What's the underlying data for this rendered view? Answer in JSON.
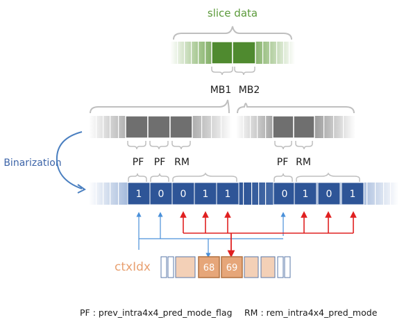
{
  "title": "slice data",
  "mb_labels": [
    "MB1",
    "MB2"
  ],
  "binarization_label": "Binarization",
  "field_labels": {
    "pf": "PF",
    "rm": "RM"
  },
  "bins_mb1": [
    "1",
    "0",
    "0",
    "1",
    "1"
  ],
  "bins_mb2": [
    "0",
    "1",
    "0",
    "1"
  ],
  "ctx_label": "ctxIdx",
  "ctx_values": [
    "68",
    "69"
  ],
  "legend": {
    "pf": "PF : prev_intra4x4_pred_mode_flag",
    "rm": "RM : rem_intra4x4_pred_mode"
  },
  "colors": {
    "title_green": "#5b9a3a",
    "slice_green": "#4f8a2f",
    "mb_gray": "#6f6f6f",
    "bin_blue": "#2e5597",
    "label_blue": "#3c64a8",
    "ctx_orange": "#e8a070",
    "ctx_fill": "#e6b08a",
    "arrow_blue": "#4a90d9",
    "arrow_red": "#e02020"
  }
}
